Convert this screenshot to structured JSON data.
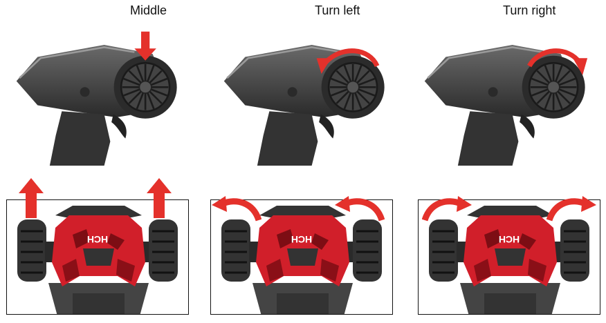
{
  "steering_states": [
    {
      "label": "Middle"
    },
    {
      "label": "Turn left"
    },
    {
      "label": "Turn right"
    }
  ],
  "car_badge": "HCH",
  "colors": {
    "arrow": "#e4312b",
    "body_red": "#d11f2a",
    "transmitter": "#3a3a3a"
  },
  "icons": [
    "down-arrow-icon",
    "counterclockwise-arrow-icon",
    "clockwise-arrow-icon",
    "up-arrow-icon",
    "curved-arrow-icon"
  ]
}
